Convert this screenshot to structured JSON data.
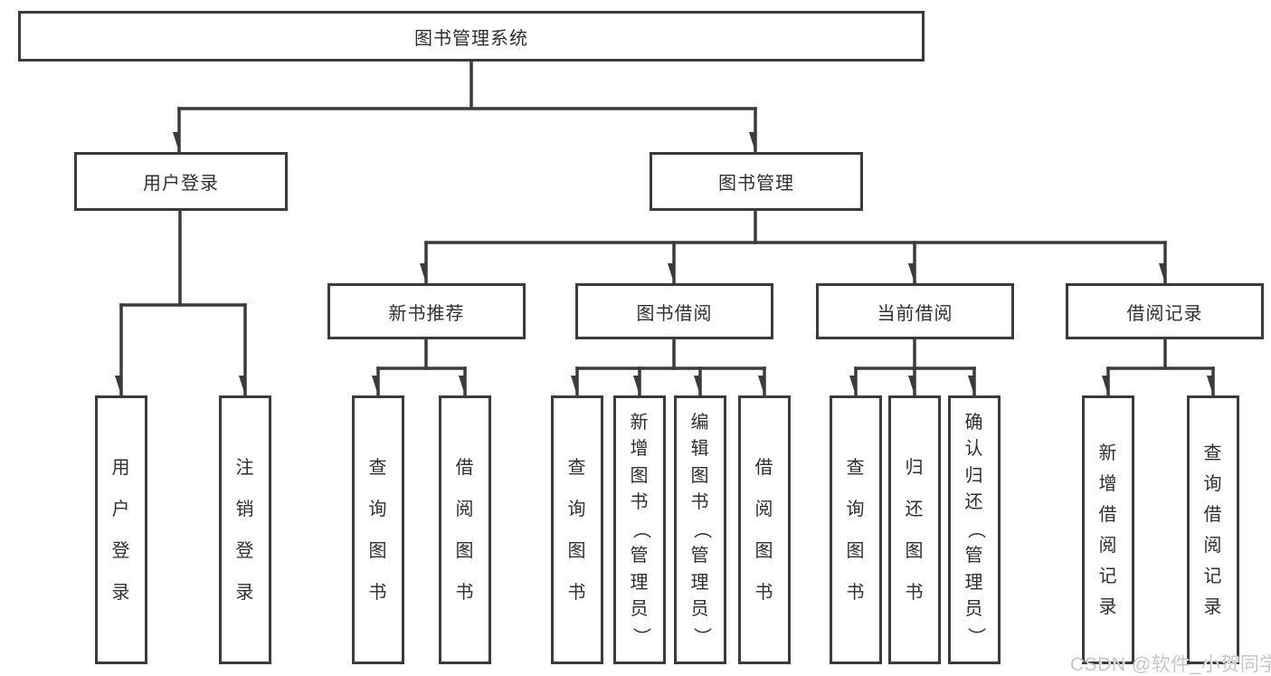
{
  "title": "图书管理系统",
  "watermark": "CSDN @软件_小贺同学",
  "colors": {
    "line": "#3b3b3b",
    "box_border": "#3b3b3b",
    "box_fill": "#ffffff",
    "text": "#2f2f2f",
    "watermark": "#c6c6c6"
  },
  "level2": [
    {
      "label": "用户登录"
    },
    {
      "label": "图书管理"
    }
  ],
  "level3": [
    {
      "label": "新书推荐"
    },
    {
      "label": "图书借阅"
    },
    {
      "label": "当前借阅"
    },
    {
      "label": "借阅记录"
    }
  ],
  "leaves": [
    {
      "label": "用户登录",
      "parent": "用户登录"
    },
    {
      "label": "注销登录",
      "parent": "用户登录"
    },
    {
      "label": "查询图书",
      "parent": "新书推荐"
    },
    {
      "label": "借阅图书",
      "parent": "新书推荐"
    },
    {
      "label": "查询图书",
      "parent": "图书借阅"
    },
    {
      "label": "新增图书（管理员）",
      "parent": "图书借阅"
    },
    {
      "label": "编辑图书（管理员）",
      "parent": "图书借阅"
    },
    {
      "label": "借阅图书",
      "parent": "图书借阅"
    },
    {
      "label": "查询图书",
      "parent": "当前借阅"
    },
    {
      "label": "归还图书",
      "parent": "当前借阅"
    },
    {
      "label": "确认归还（管理员）",
      "parent": "当前借阅"
    },
    {
      "label": "新增借阅记录",
      "parent": "借阅记录"
    },
    {
      "label": "查询借阅记录",
      "parent": "借阅记录"
    }
  ]
}
